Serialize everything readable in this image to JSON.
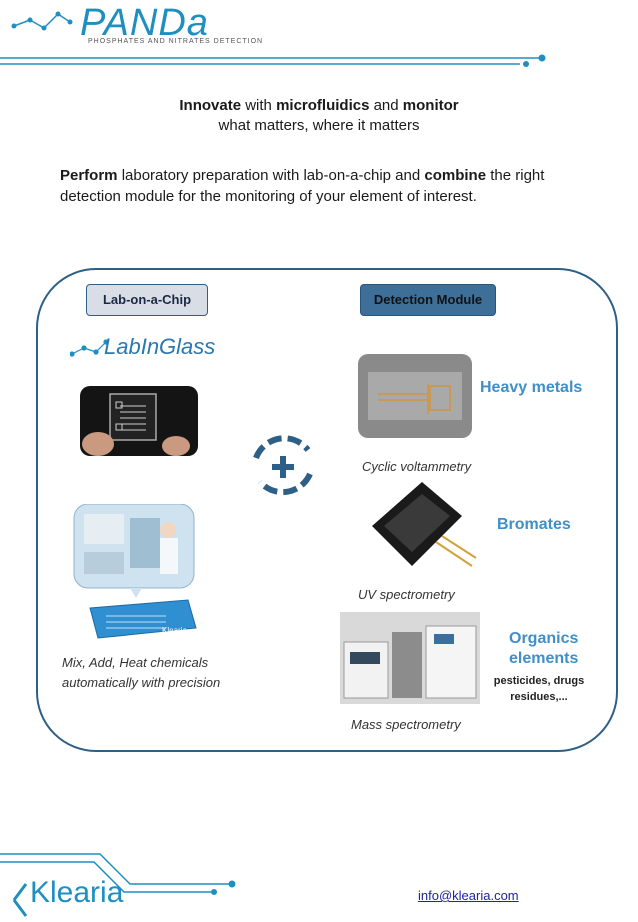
{
  "header": {
    "logo_text": "PANDa",
    "logo_tagline": "PHOSPHATES AND NITRATES DETECTION"
  },
  "headline": {
    "word1": "Innovate",
    "text1": " with ",
    "word2": "microfluidics",
    "text2": " and ",
    "word3": "monitor",
    "line2": "what matters, where it matters"
  },
  "intro": {
    "word1": "Perform",
    "text1": " laboratory preparation with lab-on-a-chip and ",
    "word2": "combine",
    "text2": " the right detection module for the monitoring of your element of interest."
  },
  "panel": {
    "tab_left": "Lab-on-a-Chip",
    "tab_right": "Detection Module",
    "brand_labinglass": "LabInGlass",
    "left_caption_line1": "Mix, Add, Heat chemicals",
    "left_caption_line2": "automatically with precision",
    "detections": [
      {
        "label": "Heavy metals",
        "method": "Cyclic voltammetry"
      },
      {
        "label": "Bromates",
        "method": "UV spectrometry"
      },
      {
        "label_line1": "Organics",
        "label_line2": "elements",
        "note_line1": "pesticides, drugs",
        "note_line2": "residues,...",
        "method": "Mass spectrometry"
      }
    ],
    "chip_brand": "Klearia"
  },
  "footer": {
    "brand": "Klearia",
    "email": "info@klearia.com"
  },
  "colors": {
    "accent_blue": "#3f8fc9",
    "panel_border": "#2e5f86",
    "line_blue": "#1e8fc0"
  }
}
